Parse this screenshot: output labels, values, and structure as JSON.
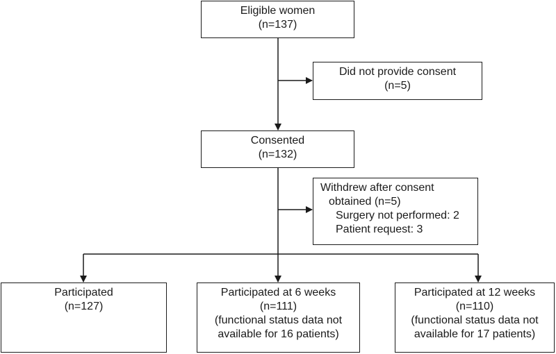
{
  "flowchart": {
    "eligible": {
      "label": "Eligible women",
      "count": "(n=137)"
    },
    "no_consent": {
      "label": "Did not provide consent",
      "count": "(n=5)"
    },
    "consented": {
      "label": "Consented",
      "count": "(n=132)"
    },
    "withdrew": {
      "line1": "Withdrew after consent",
      "line2": "obtained (n=5)",
      "reasons": [
        "Surgery not performed: 2",
        "Patient request: 3"
      ]
    },
    "participated": {
      "label": "Participated",
      "count": "(n=127)"
    },
    "participated_6wk": {
      "label": "Participated at 6 weeks",
      "count": "(n=111)",
      "note1": "(functional status data not",
      "note2": "available for 16 patients)"
    },
    "participated_12wk": {
      "label": "Participated at 12 weeks",
      "count": "(n=110)",
      "note1": "(functional status data not",
      "note2": "available for 17 patients)"
    }
  }
}
